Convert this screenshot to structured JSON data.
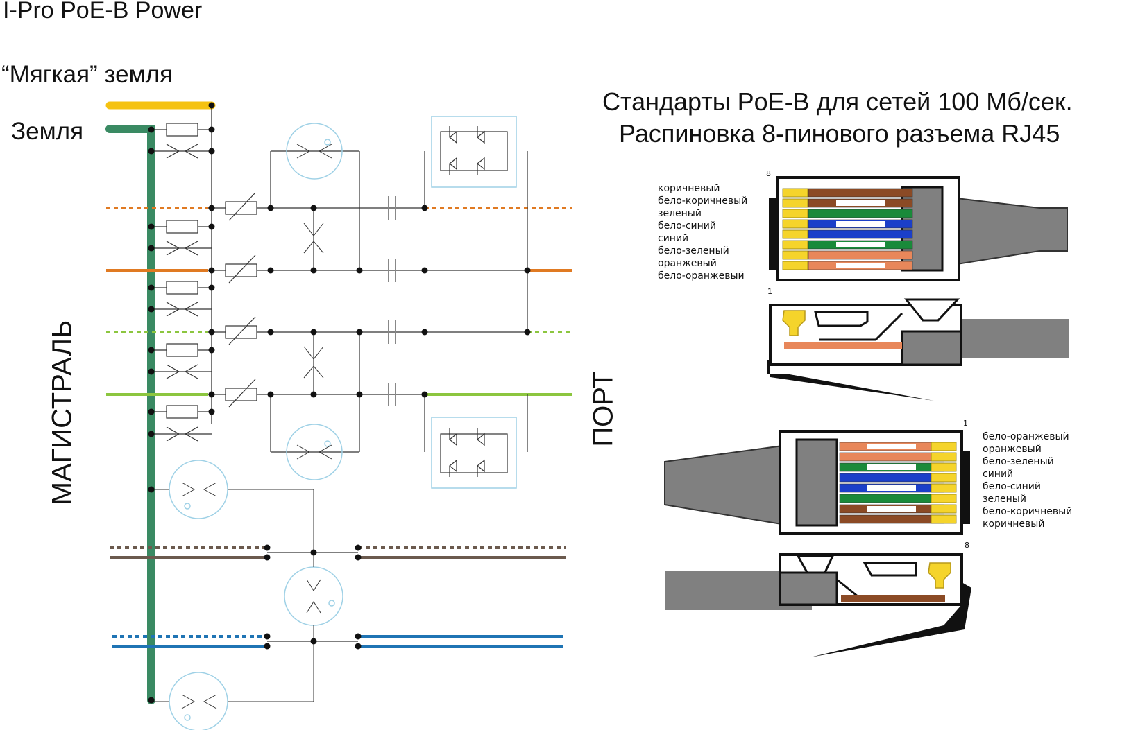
{
  "header": {
    "title": "I-Pro PoE-B Power",
    "soft_ground": "“Мягкая” земля",
    "ground": "Земля"
  },
  "labels": {
    "main_line": "МАГИСТРАЛЬ",
    "port": "ПОРТ"
  },
  "standards": {
    "line1": "Стандарты  PoE-B для сетей 100  Мб/сек.",
    "line2": "Распиновка 8-пинового разъема RJ45"
  },
  "connector_top": {
    "pin_top": "8",
    "pin_bottom": "1",
    "wires": [
      "коричневый",
      "бело-коричневый",
      "зеленый",
      "бело-синий",
      "синий",
      "бело-зеленый",
      "оранжевый",
      "бело-оранжевый"
    ]
  },
  "connector_bottom": {
    "pin_top": "1",
    "pin_bottom": "8",
    "wires": [
      "бело-оранжевый",
      "оранжевый",
      "бело-зеленый",
      "синий",
      "бело-синий",
      "зеленый",
      "бело-коричневый",
      "коричневый"
    ]
  },
  "colors": {
    "yellow": "#f5c211",
    "dark_green": "#3a8a63",
    "orange": "#e07a22",
    "light_green": "#8cc63f",
    "brown": "#6b5a4e",
    "blue": "#1f74b4",
    "cable_gray": "#808080",
    "circle_blue": "#9fd1e6"
  }
}
